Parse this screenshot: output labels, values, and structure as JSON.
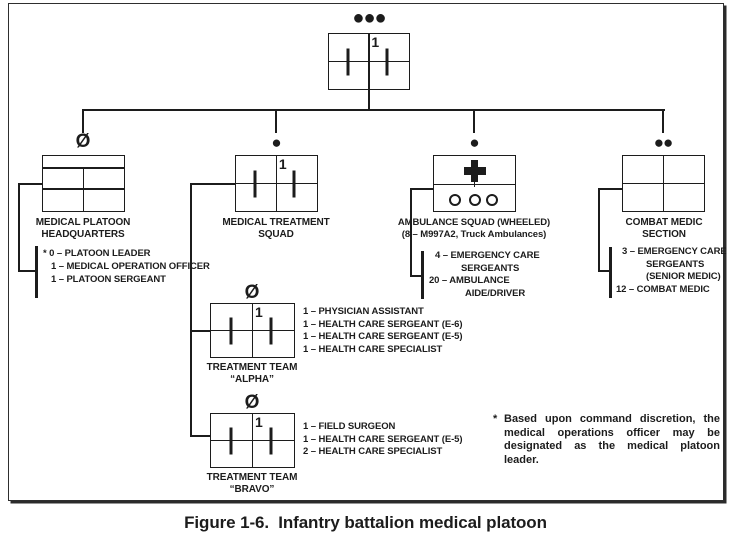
{
  "caption": "Figure 1-6.  Infantry battalion medical platoon",
  "footnote": {
    "marker": "*",
    "lines": [
      "Based upon command discretion, the",
      "medical operations officer may be",
      "designated as the medical platoon",
      "leader."
    ]
  },
  "units": {
    "root": {
      "size_indicator": "●●●",
      "quantity": "1"
    },
    "hq": {
      "size_indicator": "Ø",
      "name1": "MEDICAL PLATOON",
      "name2": "HEADQUARTERS",
      "personnel": [
        "* 0 – PLATOON LEADER",
        "1 – MEDICAL OPERATION OFFICER",
        "1 – PLATOON SERGEANT"
      ]
    },
    "treatment_squad": {
      "size_indicator": "●",
      "quantity": "1",
      "name1": "MEDICAL TREATMENT",
      "name2": "SQUAD"
    },
    "ambulance_squad": {
      "size_indicator": "●",
      "name1": "AMBULANCE SQUAD (WHEELED)",
      "name2": "(8 – M997A2, Truck Ambulances)",
      "personnel": [
        "4 – EMERGENCY CARE",
        "SERGEANTS",
        "20 – AMBULANCE",
        "AIDE/DRIVER"
      ]
    },
    "combat_medic": {
      "size_indicator": "●●",
      "name1": "COMBAT MEDIC",
      "name2": "SECTION",
      "personnel": [
        "3 – EMERGENCY CARE",
        "SERGEANTS",
        "(SENIOR MEDIC)",
        "12 – COMBAT MEDIC"
      ]
    },
    "team_alpha": {
      "size_indicator": "Ø",
      "quantity": "1",
      "name1": "TREATMENT TEAM",
      "name2": "“ALPHA”",
      "personnel": [
        "1 – PHYSICIAN ASSISTANT",
        "1 – HEALTH CARE SERGEANT (E-6)",
        "1 – HEALTH CARE SERGEANT (E-5)",
        "1 – HEALTH CARE SPECIALIST"
      ]
    },
    "team_bravo": {
      "size_indicator": "Ø",
      "quantity": "1",
      "name1": "TREATMENT TEAM",
      "name2": "“BRAVO”",
      "personnel": [
        "1 – FIELD SURGEON",
        "1 – HEALTH CARE SERGEANT (E-5)",
        "2 – HEALTH CARE SPECIALIST"
      ]
    }
  },
  "colors": {
    "ink": "#1c1c1c",
    "background": "#ffffff"
  }
}
